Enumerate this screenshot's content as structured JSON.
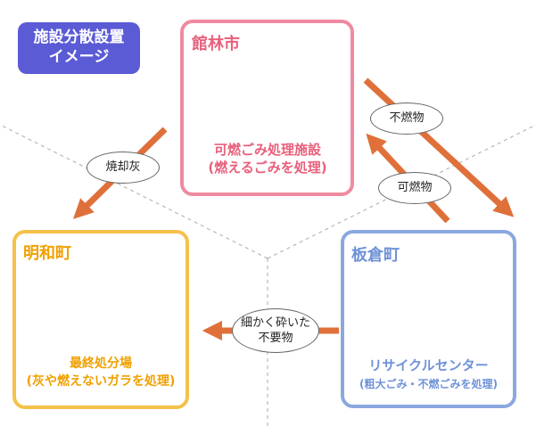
{
  "header_tag": {
    "line1": "施設分散設置",
    "line2": "イメージ"
  },
  "nodes": {
    "tatebayashi": {
      "name": "館林市",
      "caption_line1": "可燃ごみ処理施設",
      "caption_line2": "(燃えるごみを処理)"
    },
    "meiwa": {
      "name": "明和町",
      "caption_line1": "最終処分場",
      "caption_line2": "(灰や燃えないガラを処理)"
    },
    "itakura": {
      "name": "板倉町",
      "caption_line1": "リサイクルセンター",
      "caption_line2": "(粗大ごみ・不燃ごみを処理)"
    }
  },
  "flows": {
    "ash": "焼却灰",
    "nonburnable": "不燃物",
    "burnable": "可燃物",
    "residue_line1": "細かく砕いた",
    "residue_line2": "不要物"
  },
  "colors": {
    "tag_bg": "#5b5bd6",
    "tatebayashi": "#f08aa0",
    "meiwa": "#f5c14a",
    "itakura": "#8aa8e0",
    "arrow": "#e0703a"
  }
}
